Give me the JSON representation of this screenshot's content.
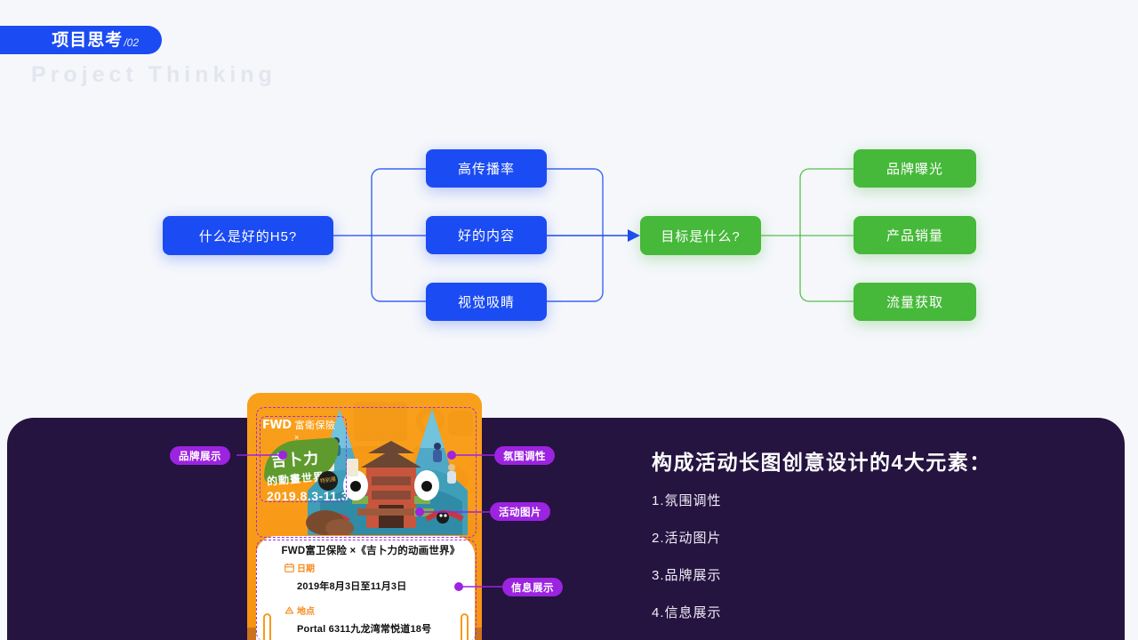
{
  "header": {
    "badge_cn": "项目思考",
    "badge_num": "/02",
    "subtitle": "Project Thinking"
  },
  "flow": {
    "root": "什么是好的H5?",
    "blue_branches": [
      "高传播率",
      "好的内容",
      "视觉吸睛"
    ],
    "goal": "目标是什么?",
    "green_branches": [
      "品牌曝光",
      "产品销量",
      "流量获取"
    ],
    "colors": {
      "blue": "#1b4bf2",
      "green": "#46b83a",
      "background": "#f5f7fb"
    }
  },
  "panel": {
    "title": "构成活动长图创意设计的4大元素：",
    "items": [
      "1.氛围调性",
      "2.活动图片",
      "3.品牌展示",
      "4.信息展示"
    ],
    "background": "#251340"
  },
  "poster": {
    "brand_logo": "FWD",
    "brand_cn": "富衛保險",
    "cross": "×",
    "leaf_title": "吉卜力",
    "leaf_sub": "的動畫世界",
    "seal": "特别展",
    "date_range": "2019.8.3-11.3",
    "card": {
      "title": "FWD富卫保险 ×《吉卜力的动画世界》",
      "date_label": "日期",
      "date_value": "2019年8月3日至11月3日",
      "place_label": "地点",
      "place_value": "Portal 6311九龙湾常悦道18号"
    }
  },
  "annotations": {
    "brand": "品牌展示",
    "mood": "氛围调性",
    "photo": "活动图片",
    "info": "信息展示",
    "color": "#9c23e0"
  }
}
